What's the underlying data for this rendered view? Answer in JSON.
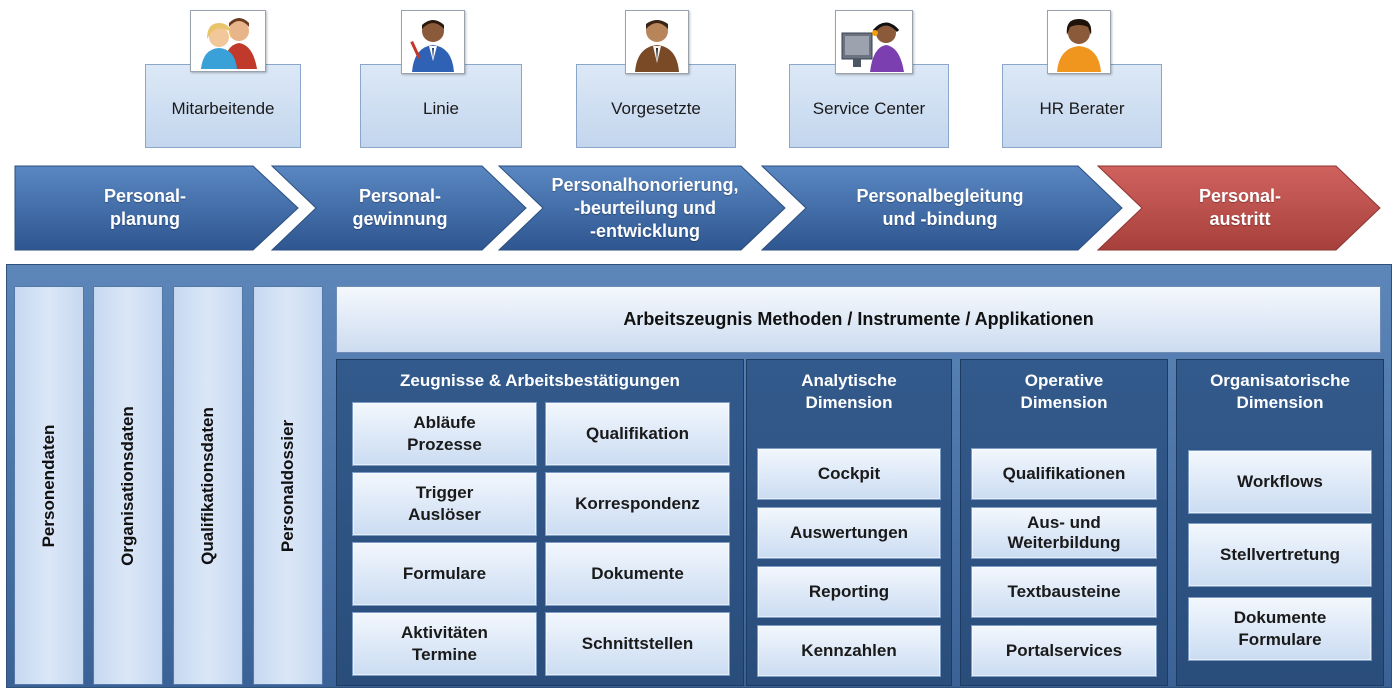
{
  "roles": [
    {
      "label": "Mitarbeitende",
      "icon": "people-icon"
    },
    {
      "label": "Linie",
      "icon": "businessman-icon"
    },
    {
      "label": "Vorgesetzte",
      "icon": "manager-icon"
    },
    {
      "label": "Service Center",
      "icon": "support-agent-icon"
    },
    {
      "label": "HR Berater",
      "icon": "advisor-icon"
    }
  ],
  "phases": [
    {
      "label": "Personal-\nplanung",
      "color": "#3f6ca6"
    },
    {
      "label": "Personal-\ngewinnung",
      "color": "#3f6ca6"
    },
    {
      "label": "Personalhonorierung,\n-beurteilung und\n-entwicklung",
      "color": "#3f6ca6"
    },
    {
      "label": "Personalbegleitung\nund -bindung",
      "color": "#3f6ca6"
    },
    {
      "label": "Personal-\naustritt",
      "color": "#c0504d"
    }
  ],
  "data_columns": [
    "Personendaten",
    "Organisationsdaten",
    "Qualifikationsdaten",
    "Personaldossier"
  ],
  "header": "Arbeitszeugnis Methoden / Instrumente / Applikationen",
  "groups": {
    "zeugnisse": {
      "title": "Zeugnisse & Arbeitsbestätigungen",
      "left": [
        "Abläufe\nProzesse",
        "Trigger\nAuslöser",
        "Formulare",
        "Aktivitäten\nTermine"
      ],
      "right": [
        "Qualifikation",
        "Korrespondenz",
        "Dokumente",
        "Schnittstellen"
      ]
    },
    "analytisch": {
      "title": "Analytische\nDimension",
      "items": [
        "Cockpit",
        "Auswertungen",
        "Reporting",
        "Kennzahlen"
      ]
    },
    "operativ": {
      "title": "Operative\nDimension",
      "items": [
        "Qualifikationen",
        "Aus- und\nWeiterbildung",
        "Textbausteine",
        "Portalservices"
      ]
    },
    "organisatorisch": {
      "title": "Organisatorische\nDimension",
      "items": [
        "Workflows",
        "Stellvertretung",
        "Dokumente\nFormulare"
      ]
    }
  }
}
